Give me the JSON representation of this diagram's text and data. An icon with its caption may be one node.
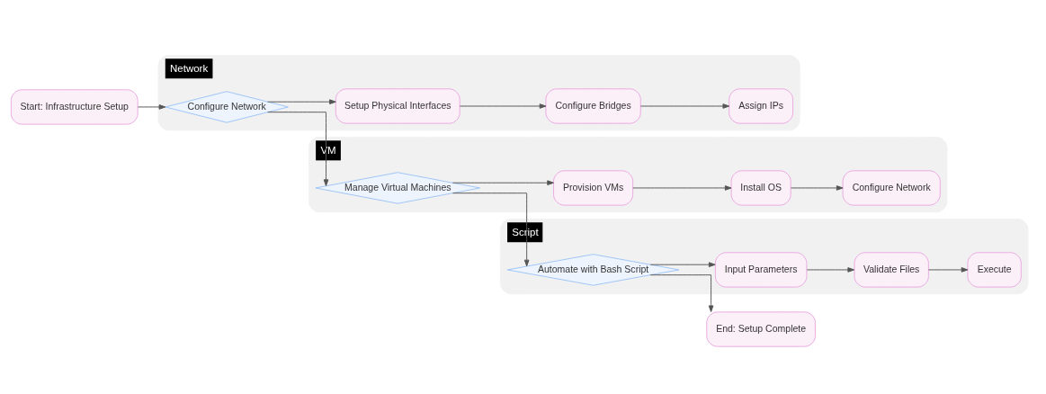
{
  "diagram": {
    "nodes": [
      {
        "text": [
          "Start: Infrastructure Setup"
        ]
      },
      {
        "text": [
          "Network"
        ]
      },
      {
        "text": [
          "Configure Network"
        ],
        "in": 1
      },
      {
        "text": [
          "Setup Physical Interfaces"
        ],
        "in": 1
      },
      {
        "text": [
          "Configure Bridges"
        ],
        "in": 1
      },
      {
        "text": [
          "Assign IPs"
        ],
        "in": 1
      },
      {
        "text": [
          "VM"
        ]
      },
      {
        "text": [
          "Manage Virtual Machines"
        ],
        "in": 6
      },
      {
        "text": [
          "Provision VMs"
        ],
        "in": 6
      },
      {
        "text": [
          "Install OS"
        ],
        "in": 6
      },
      {
        "text": [
          "Configure Network"
        ],
        "in": 6
      },
      {
        "text": [
          "Script"
        ]
      },
      {
        "text": [
          "Automate with Bash Script"
        ],
        "in": 11
      },
      {
        "text": [
          "Input Parameters"
        ],
        "in": 11
      },
      {
        "text": [
          "Validate Files"
        ],
        "in": 11
      },
      {
        "text": [
          "Execute"
        ],
        "in": 11
      },
      {
        "text": [
          "End: Setup Complete"
        ]
      }
    ],
    "edges": [
      {
        "from": 0,
        "to": 2,
        "arrow": "to"
      },
      {
        "from": 2,
        "to": 7,
        "arrow": "to"
      },
      {
        "from": 2,
        "to": 3,
        "arrow": "to"
      },
      {
        "from": 3,
        "to": 4,
        "arrow": "to"
      },
      {
        "from": 4,
        "to": 5,
        "arrow": "to"
      },
      {
        "from": 7,
        "to": 12,
        "arrow": "to"
      },
      {
        "from": 7,
        "to": 8,
        "arrow": "to"
      },
      {
        "from": 8,
        "to": 9,
        "arrow": "to"
      },
      {
        "from": 9,
        "to": 10,
        "arrow": "to"
      },
      {
        "from": 12,
        "to": 13,
        "arrow": "to"
      },
      {
        "from": 13,
        "to": 14,
        "arrow": "to"
      },
      {
        "from": 14,
        "to": 15,
        "arrow": "to"
      },
      {
        "from": 12,
        "to": 16,
        "arrow": "to"
      }
    ]
  }
}
